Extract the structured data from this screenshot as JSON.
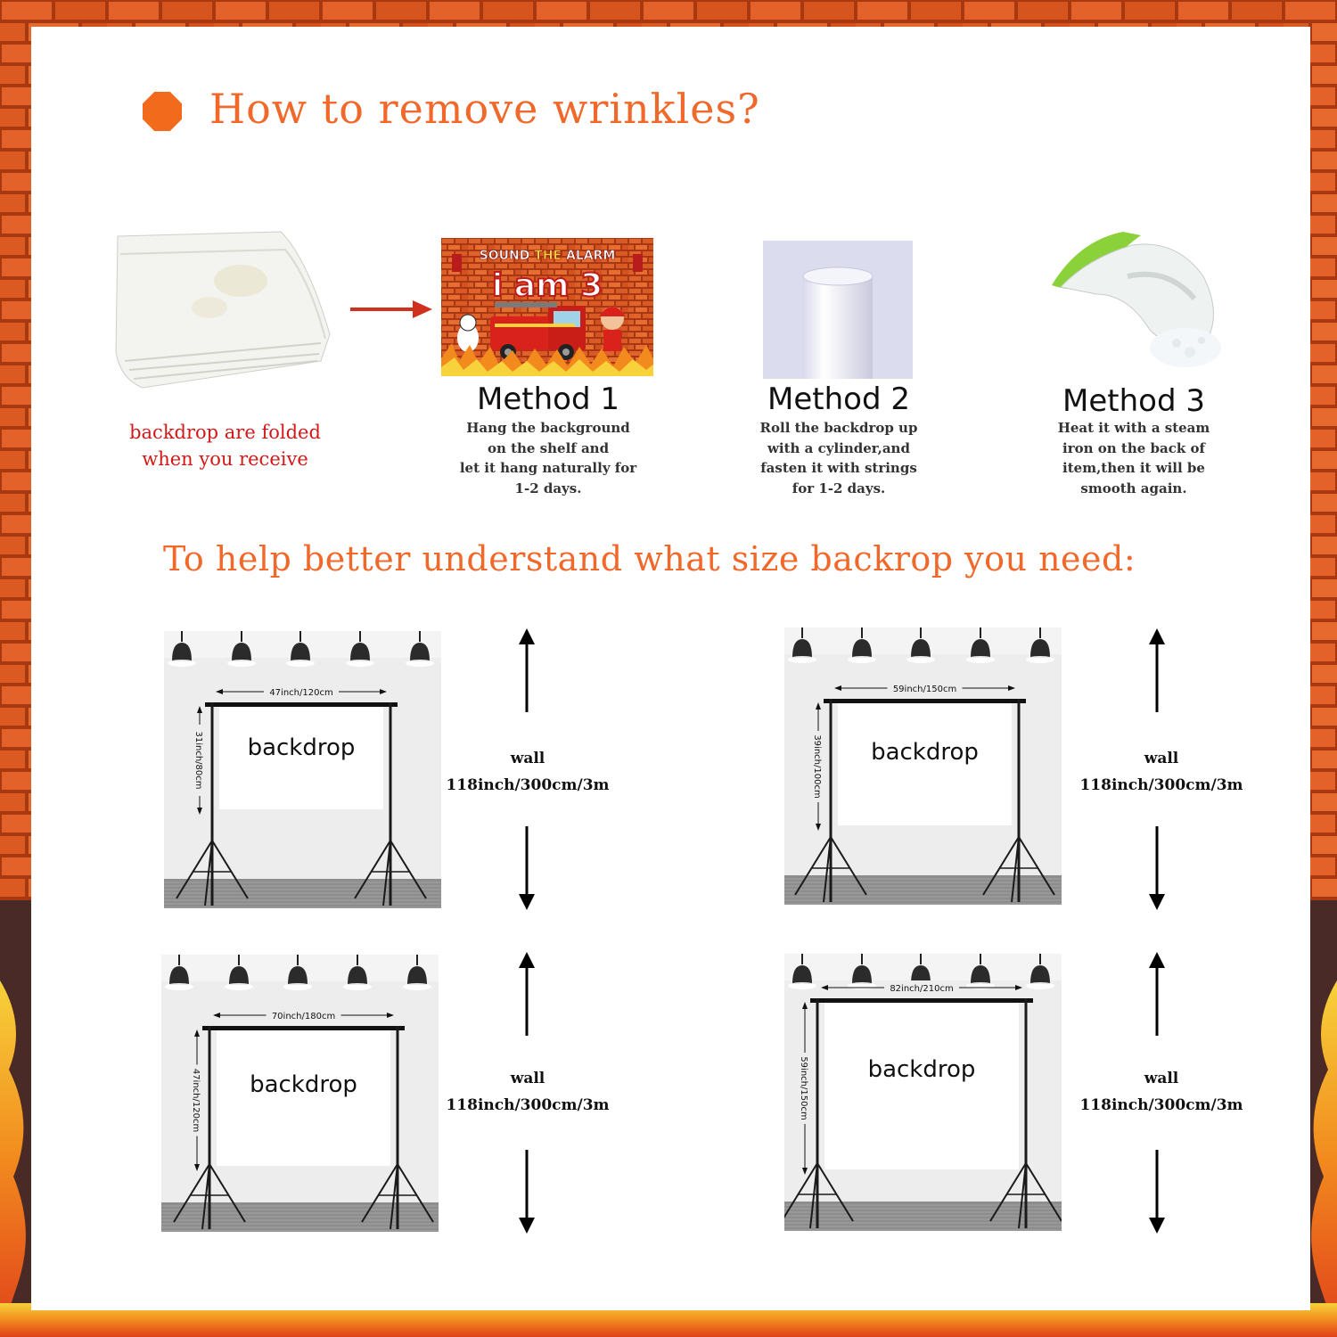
{
  "title": "How to remove wrinkles?",
  "folded_caption": [
    "backdrop are folded",
    "when you receive"
  ],
  "banner": {
    "line1_a": "SOUND ",
    "line1_b": "THE",
    "line1_c": " ALARM",
    "line2": "i am 3"
  },
  "methods": [
    {
      "title": "Method 1",
      "desc": [
        "Hang the background",
        "on the shelf and",
        "let it hang naturally for",
        "1-2 days."
      ]
    },
    {
      "title": "Method 2",
      "desc": [
        "Roll the backdrop up",
        "with a cylinder,and",
        "fasten it with strings",
        "for 1-2 days."
      ]
    },
    {
      "title": "Method 3",
      "desc": [
        "Heat it with a steam",
        "iron on the back of",
        "item,then it will be",
        "smooth again."
      ]
    }
  ],
  "size_heading": "To help better understand what size backrop you need:",
  "scenes": [
    {
      "label": "backdrop",
      "width_text": "47inch/120cm",
      "height_text": "31inch/80cm"
    },
    {
      "label": "backdrop",
      "width_text": "59inch/150cm",
      "height_text": "39inch/100cm"
    },
    {
      "label": "backdrop",
      "width_text": "70inch/180cm",
      "height_text": "47inch/120cm"
    },
    {
      "label": "backdrop",
      "width_text": "82inch/210cm",
      "height_text": "59inch/150cm"
    }
  ],
  "wall": {
    "label": "wall",
    "height_text": "118inch/300cm/3m"
  },
  "colors": {
    "accent": "#f0682a",
    "caption_red": "#d41818",
    "brick": "#d9561f",
    "frame": "#c94a1c"
  }
}
